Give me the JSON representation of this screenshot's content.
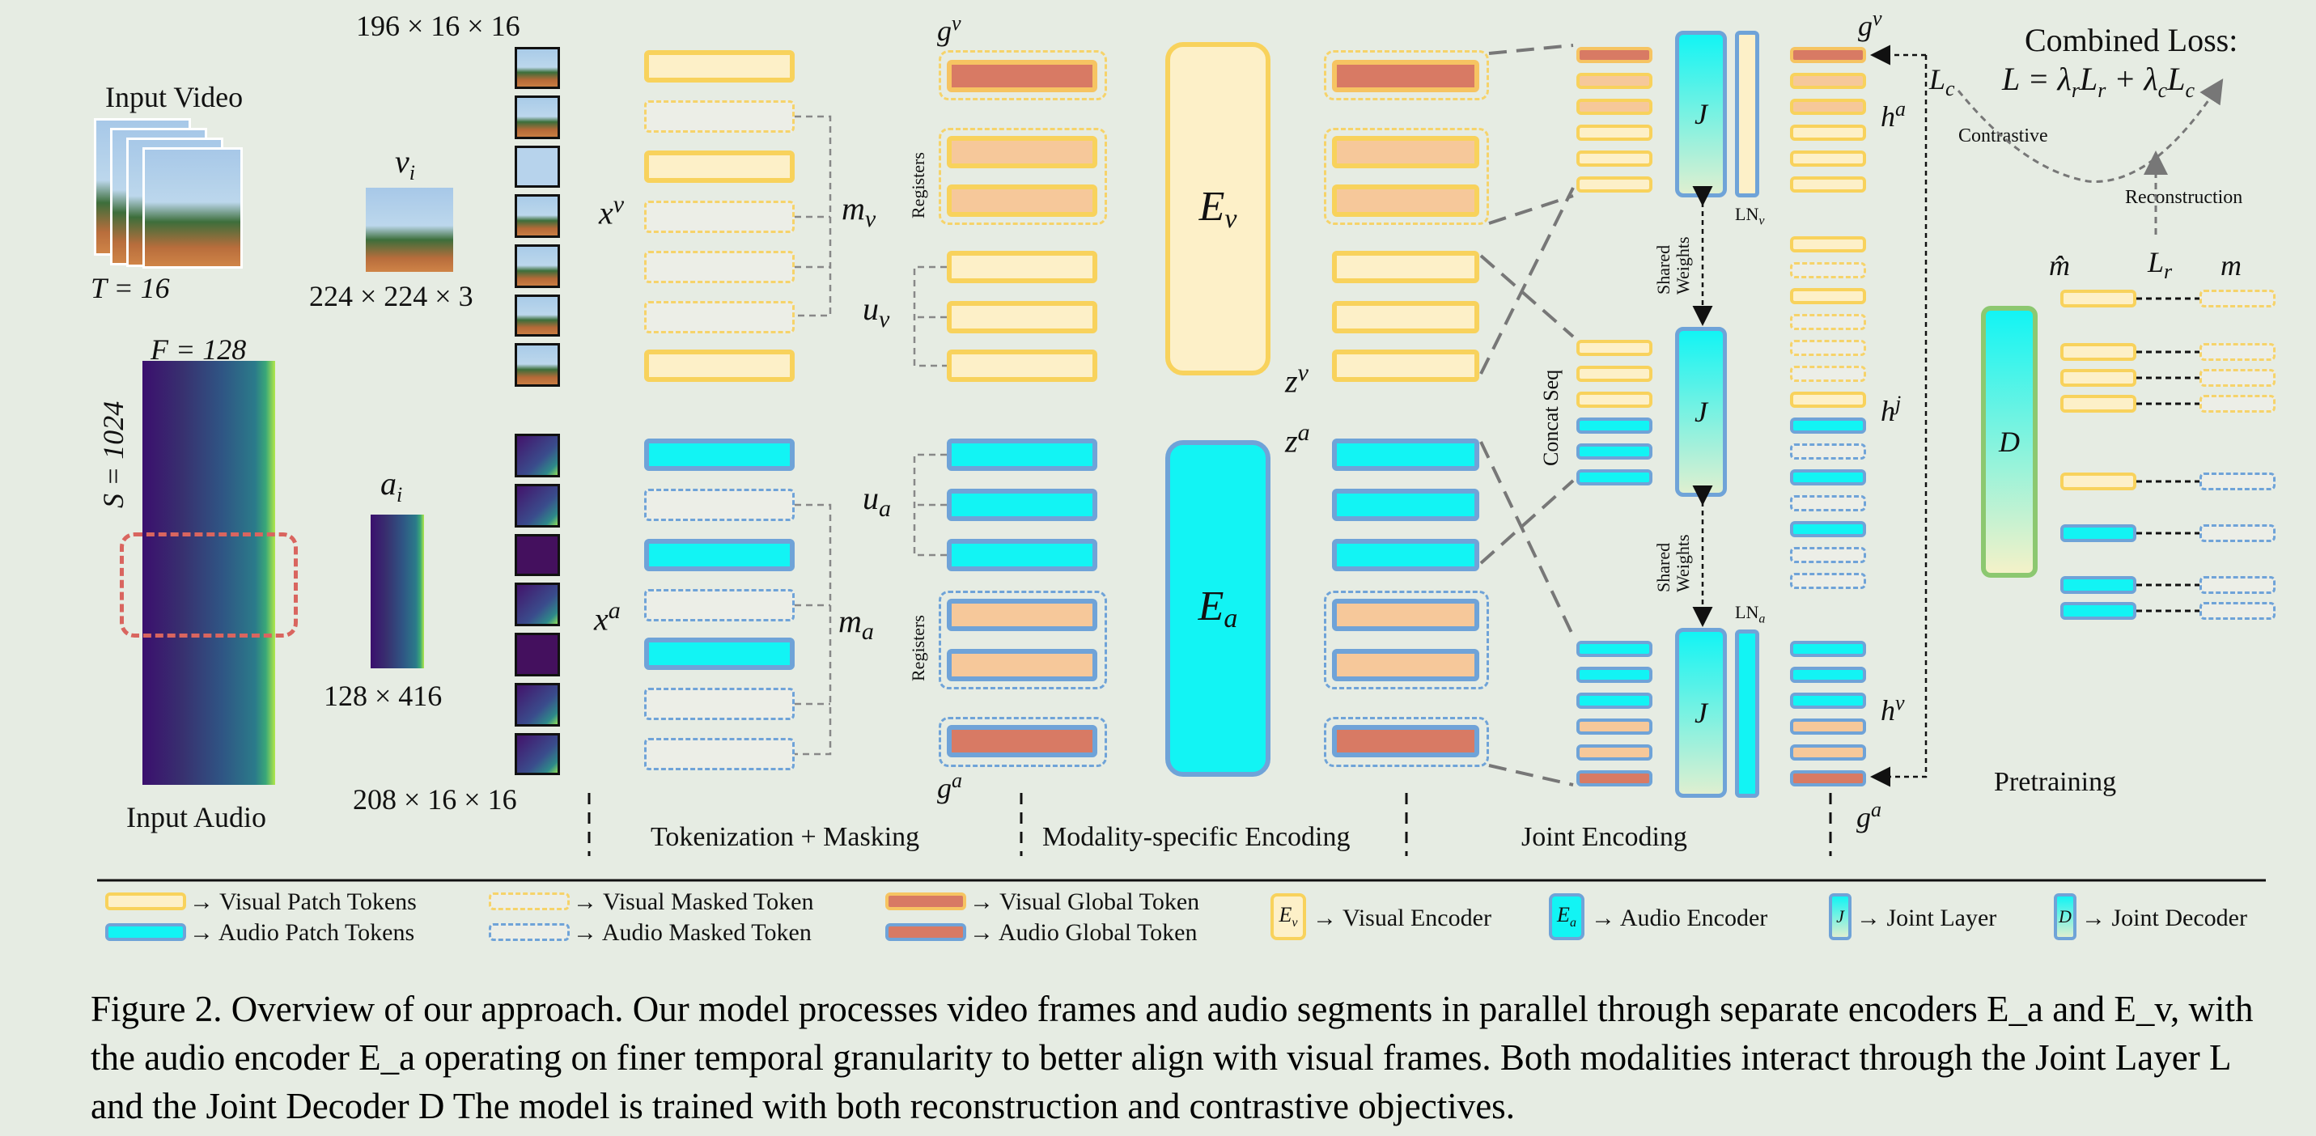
{
  "labels": {
    "input_video": "Input Video",
    "t_eq": "T = 16",
    "vi": "v",
    "vi_sub": "i",
    "vi_dims": "224 × 224 × 3",
    "vpatch_dims": "196 × 16 × 16",
    "f_eq": "F = 128",
    "s_eq": "S = 1024",
    "input_audio": "Input Audio",
    "ai": "a",
    "ai_sub": "i",
    "ai_dims": "128 × 416",
    "apatch_dims": "208 × 16 × 16",
    "xv": "x",
    "xv_sup": "v",
    "xa": "x",
    "xa_sup": "a",
    "mv": "m",
    "mv_sub": "v",
    "ma": "m",
    "ma_sub": "a",
    "uv": "u",
    "uv_sub": "v",
    "ua": "u",
    "ua_sub": "a",
    "registers": "Registers",
    "gv": "g",
    "gv_sup": "v",
    "ga": "g",
    "ga_sup": "a",
    "ev": "E",
    "ev_sub": "v",
    "ea": "E",
    "ea_sub": "a",
    "zv": "z",
    "zv_sup": "v",
    "za": "z",
    "za_sup": "a",
    "j": "J",
    "lnv": "LN",
    "lnv_sub": "v",
    "lna": "LN",
    "lna_sub": "a",
    "shared": "Shared",
    "weights": "Weights",
    "concat_seq": "Concat Seq",
    "ha": "h",
    "ha_sup": "a",
    "hj": "h",
    "hj_sup": "j",
    "hv": "h",
    "hv_sup": "v",
    "lc": "L",
    "lc_sub": "c",
    "combined_loss": "Combined Loss:",
    "loss_formula": "L = λ",
    "contrastive": "Contrastive",
    "reconstruction": "Reconstruction",
    "mhat": "m̂",
    "lr": "L",
    "lr_sub": "r",
    "m": "m",
    "d": "D",
    "pretraining": "Pretraining"
  },
  "stages": [
    "Tokenization + Masking",
    "Modality-specific Encoding",
    "Joint Encoding"
  ],
  "legend": [
    {
      "kind": "vp",
      "text": "→ Visual Patch Tokens"
    },
    {
      "kind": "ap",
      "text": "→ Audio Patch Tokens"
    },
    {
      "kind": "vm",
      "text": "→ Visual Masked Token"
    },
    {
      "kind": "am",
      "text": "→ Audio Masked Token"
    },
    {
      "kind": "vg",
      "text": "→ Visual Global Token"
    },
    {
      "kind": "ag",
      "text": "→ Audio Global Token"
    },
    {
      "kind": "ev",
      "symbol": "E",
      "sub": "v",
      "text": "→ Visual Encoder"
    },
    {
      "kind": "ea",
      "symbol": "E",
      "sub": "a",
      "text": "→ Audio Encoder"
    },
    {
      "kind": "joint",
      "symbol": "J",
      "text": "→ Joint Layer"
    },
    {
      "kind": "dec",
      "symbol": "D",
      "text": "→ Joint Decoder"
    }
  ],
  "caption": "Figure 2. Overview of our approach. Our model processes video frames and audio segments in parallel through separate encoders E_a and E_v, with the audio encoder E_a operating on finer temporal granularity to better align with visual frames. Both modalities interact through the Joint Layer L and the Joint Decoder D The model is trained with both reconstruction and contrastive objectives.",
  "colors": {
    "background": "#e6ece3",
    "visual": "#f8d25c",
    "audio": "#12f4f4",
    "audio_border": "#6fa3d8",
    "global": "#d87a64",
    "register": "#f6c89a",
    "mask_region": "#d9655f"
  }
}
